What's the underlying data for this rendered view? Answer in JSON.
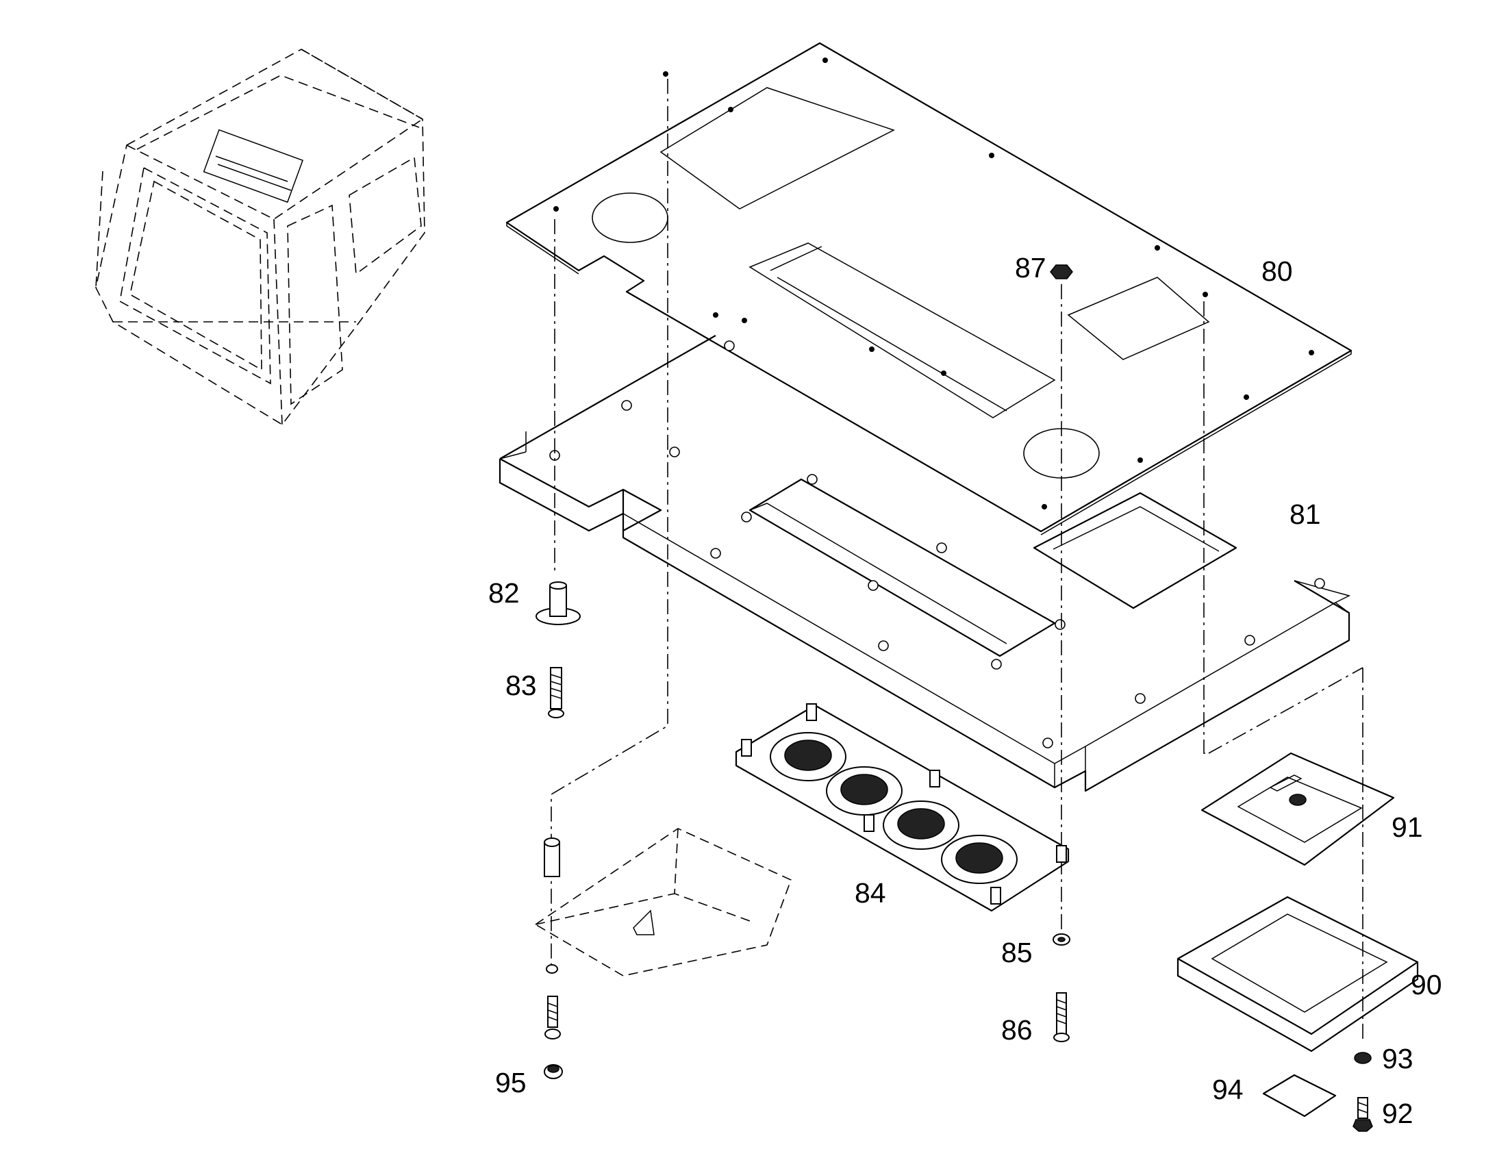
{
  "diagram": {
    "callouts": [
      {
        "id": "80",
        "text": "80"
      },
      {
        "id": "81",
        "text": "81"
      },
      {
        "id": "82",
        "text": "82"
      },
      {
        "id": "83",
        "text": "83"
      },
      {
        "id": "84",
        "text": "84"
      },
      {
        "id": "85",
        "text": "85"
      },
      {
        "id": "86",
        "text": "86"
      },
      {
        "id": "87",
        "text": "87"
      },
      {
        "id": "90",
        "text": "90"
      },
      {
        "id": "91",
        "text": "91"
      },
      {
        "id": "92",
        "text": "92"
      },
      {
        "id": "93",
        "text": "93"
      },
      {
        "id": "94",
        "text": "94"
      },
      {
        "id": "95",
        "text": "95"
      }
    ]
  }
}
